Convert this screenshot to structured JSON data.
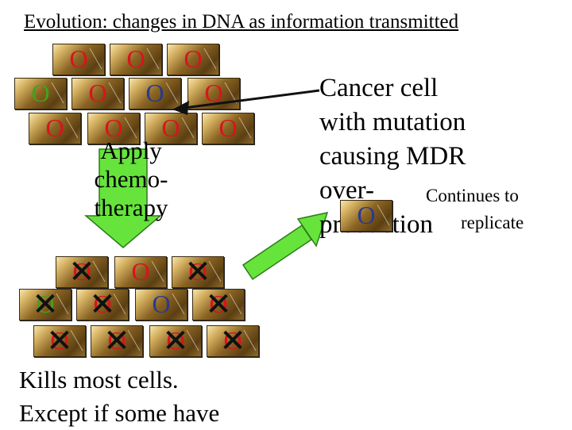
{
  "title": "Evolution: changes in DNA as information transmitted",
  "labels": {
    "apply": [
      "Apply",
      "chemo-",
      "therapy"
    ],
    "cancer": [
      "Cancer cell",
      "with mutation",
      "causing MDR",
      "over-",
      "production"
    ],
    "continues": "Continues to",
    "replicate": "replicate",
    "kills": [
      "Kills most cells.",
      "Except if some have"
    ]
  },
  "nucleus_char": "O",
  "x_char": "✕",
  "colors": {
    "red": "#d8141e",
    "green": "#3fa31b",
    "blue": "#2a3a8c",
    "arrow": "#66e43c"
  },
  "top_cells": [
    {
      "color": "red"
    },
    {
      "color": "red"
    },
    {
      "color": "red"
    },
    {
      "color": "green"
    },
    {
      "color": "red"
    },
    {
      "color": "blue"
    },
    {
      "color": "red"
    },
    {
      "color": "red"
    },
    {
      "color": "red"
    },
    {
      "color": "red"
    },
    {
      "color": "red"
    }
  ],
  "bottom_cells": [
    {
      "color": "red",
      "killed": true
    },
    {
      "color": "red",
      "killed": false
    },
    {
      "color": "red",
      "killed": true
    },
    {
      "color": "green",
      "killed": true
    },
    {
      "color": "red",
      "killed": true
    },
    {
      "color": "blue",
      "killed": false
    },
    {
      "color": "red",
      "killed": true
    },
    {
      "color": "red",
      "killed": true
    },
    {
      "color": "red",
      "killed": true
    },
    {
      "color": "red",
      "killed": true
    },
    {
      "color": "red",
      "killed": true
    }
  ],
  "mdr_cell": {
    "color": "blue"
  }
}
